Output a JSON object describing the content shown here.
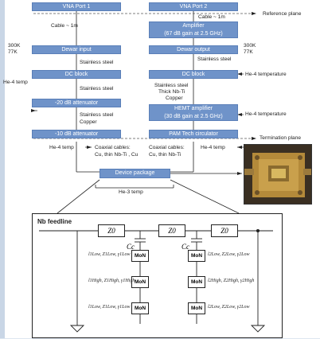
{
  "boxes": {
    "vna1": "VNA Port 1",
    "vna2": "VNA Port 2",
    "amp_line1": "Amplifier",
    "amp_line2": "(67 dB gain at 2.5 GHz)",
    "dewar_in": "Dewar input",
    "dewar_out": "Dewar output",
    "dc1": "DC block",
    "dc2": "DC block",
    "att20": "-20 dB attenuator",
    "hemt_line1": "HEMT amplifier",
    "hemt_line2": "(30 dB gain at 2.5 GHz)",
    "att10": "-10 dB attenuator",
    "circ": "PAM Tech circulator",
    "device": "Device package"
  },
  "labels": {
    "cable_left": "Cable ~ 1m",
    "cable_right": "Cable ~ 1m",
    "ref_plane": "Reference plane",
    "temp_300k_left": "300K",
    "temp_77k_left": "77K",
    "temp_300k_right": "300K",
    "temp_77k_right": "77K",
    "ss_left1": "Stainless steel",
    "ss_right1": "Stainless steel",
    "he4_left": "He-4 temp",
    "he4_right1": "He-4 temperature",
    "ss_left2": "Stainless steel",
    "ss_right2_l1": "Stainless steel",
    "ss_right2_l2": "Thick Nb-Ti",
    "ss_right2_l3": "Copper",
    "he4_right2": "He-4 temperature",
    "ss_left3_l1": "Stainless steel",
    "ss_left3_l2": "Copper",
    "term_plane": "Termination plane",
    "he4_left2": "He-4 temp",
    "coax_left_l1": "Coaxial cables:",
    "coax_left_l2": "Cu, thin Nb-Ti , Cu",
    "coax_right_l1": "Coaxial cables:",
    "coax_right_l2": "Cu, thin Nb-Ti",
    "he4_right3": "He-4 temp",
    "he3": "He-3 temp"
  },
  "inset": {
    "title": "Nb feedline",
    "z0": "Z0",
    "cc": "Cc",
    "mon": "MoN",
    "res_left": [
      "l1Low, Z1Low, γ1Low",
      "l1High, Z1High, γ1High",
      "l1Low, Z1Low, γ1Low"
    ],
    "res_right": [
      "l2Low, Z2Low, γ2Low",
      "l2High, Z2High, γ2High",
      "l2Low, Z2Low, γ2Low"
    ]
  },
  "colors": {
    "box": "#6f93c9",
    "line": "#222222"
  }
}
